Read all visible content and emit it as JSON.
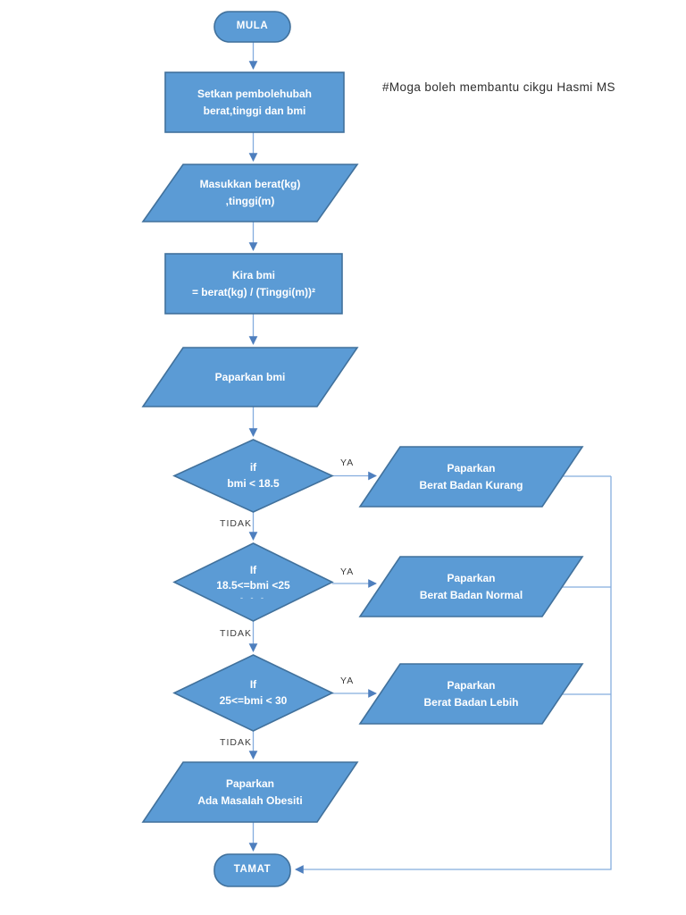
{
  "colors": {
    "canvas_bg": "#FFFFFF",
    "shape_fill": "#5B9BD5",
    "shape_border": "#41719C",
    "connector": "#85ADDE",
    "arrowhead": "#4E7FBE",
    "shape_text": "#FFFFFF",
    "label_text": "#3B3B3B",
    "comment_text": "#2E2E2E"
  },
  "comment": "#Moga boleh membantu cikgu Hasmi MS",
  "labels": {
    "yes": "YA",
    "no": "TIDAK"
  },
  "nodes": {
    "start": {
      "type": "terminator",
      "text": "MULA"
    },
    "set_vars": {
      "type": "process",
      "line1": "Setkan pembolehubah",
      "line2": "berat,tinggi dan bmi"
    },
    "input_data": {
      "type": "input-output",
      "line1": "Masukkan berat(kg)",
      "line2": ",tinggi(m)"
    },
    "calc_bmi": {
      "type": "process",
      "line1": "Kira bmi",
      "line2": "= berat(kg) / (Tinggi(m))²"
    },
    "display_bmi": {
      "type": "input-output",
      "line1": "Paparkan bmi"
    },
    "check_underweight": {
      "type": "decision",
      "line1": "if",
      "line2": "bmi < 18.5"
    },
    "output_underweight": {
      "type": "input-output",
      "line1": "Paparkan",
      "line2": "Berat Badan Kurang"
    },
    "check_normal": {
      "type": "decision",
      "line1": "If",
      "line2": "18.5<=bmi <25",
      "line3": "- - -"
    },
    "output_normal": {
      "type": "input-output",
      "line1": "Paparkan",
      "line2": "Berat Badan Normal"
    },
    "check_overweight": {
      "type": "decision",
      "line1": "If",
      "line2": "25<=bmi < 30"
    },
    "output_overweight": {
      "type": "input-output",
      "line1": "Paparkan",
      "line2": "Berat Badan Lebih"
    },
    "output_obese": {
      "type": "input-output",
      "line1": "Paparkan",
      "line2": "Ada Masalah Obesiti"
    },
    "end": {
      "type": "terminator",
      "text": "TAMAT"
    }
  }
}
